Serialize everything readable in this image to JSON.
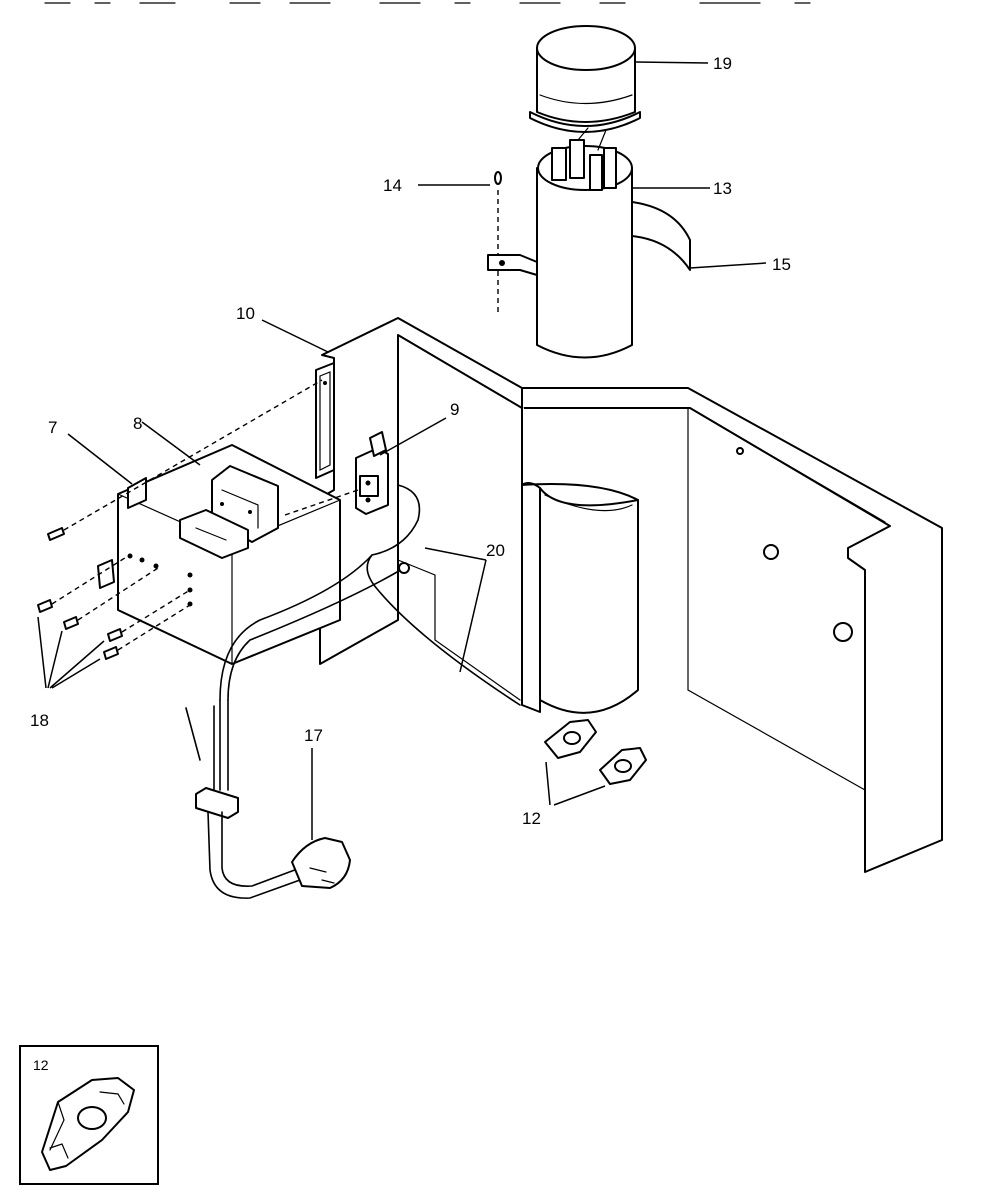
{
  "callouts": {
    "p7": "7",
    "p8": "8",
    "p9": "9",
    "p10": "10",
    "p12": "12",
    "p13": "13",
    "p14": "14",
    "p15": "15",
    "p17": "17",
    "p18": "18",
    "p19": "19",
    "p20": "20"
  },
  "inset": {
    "label": "12"
  }
}
